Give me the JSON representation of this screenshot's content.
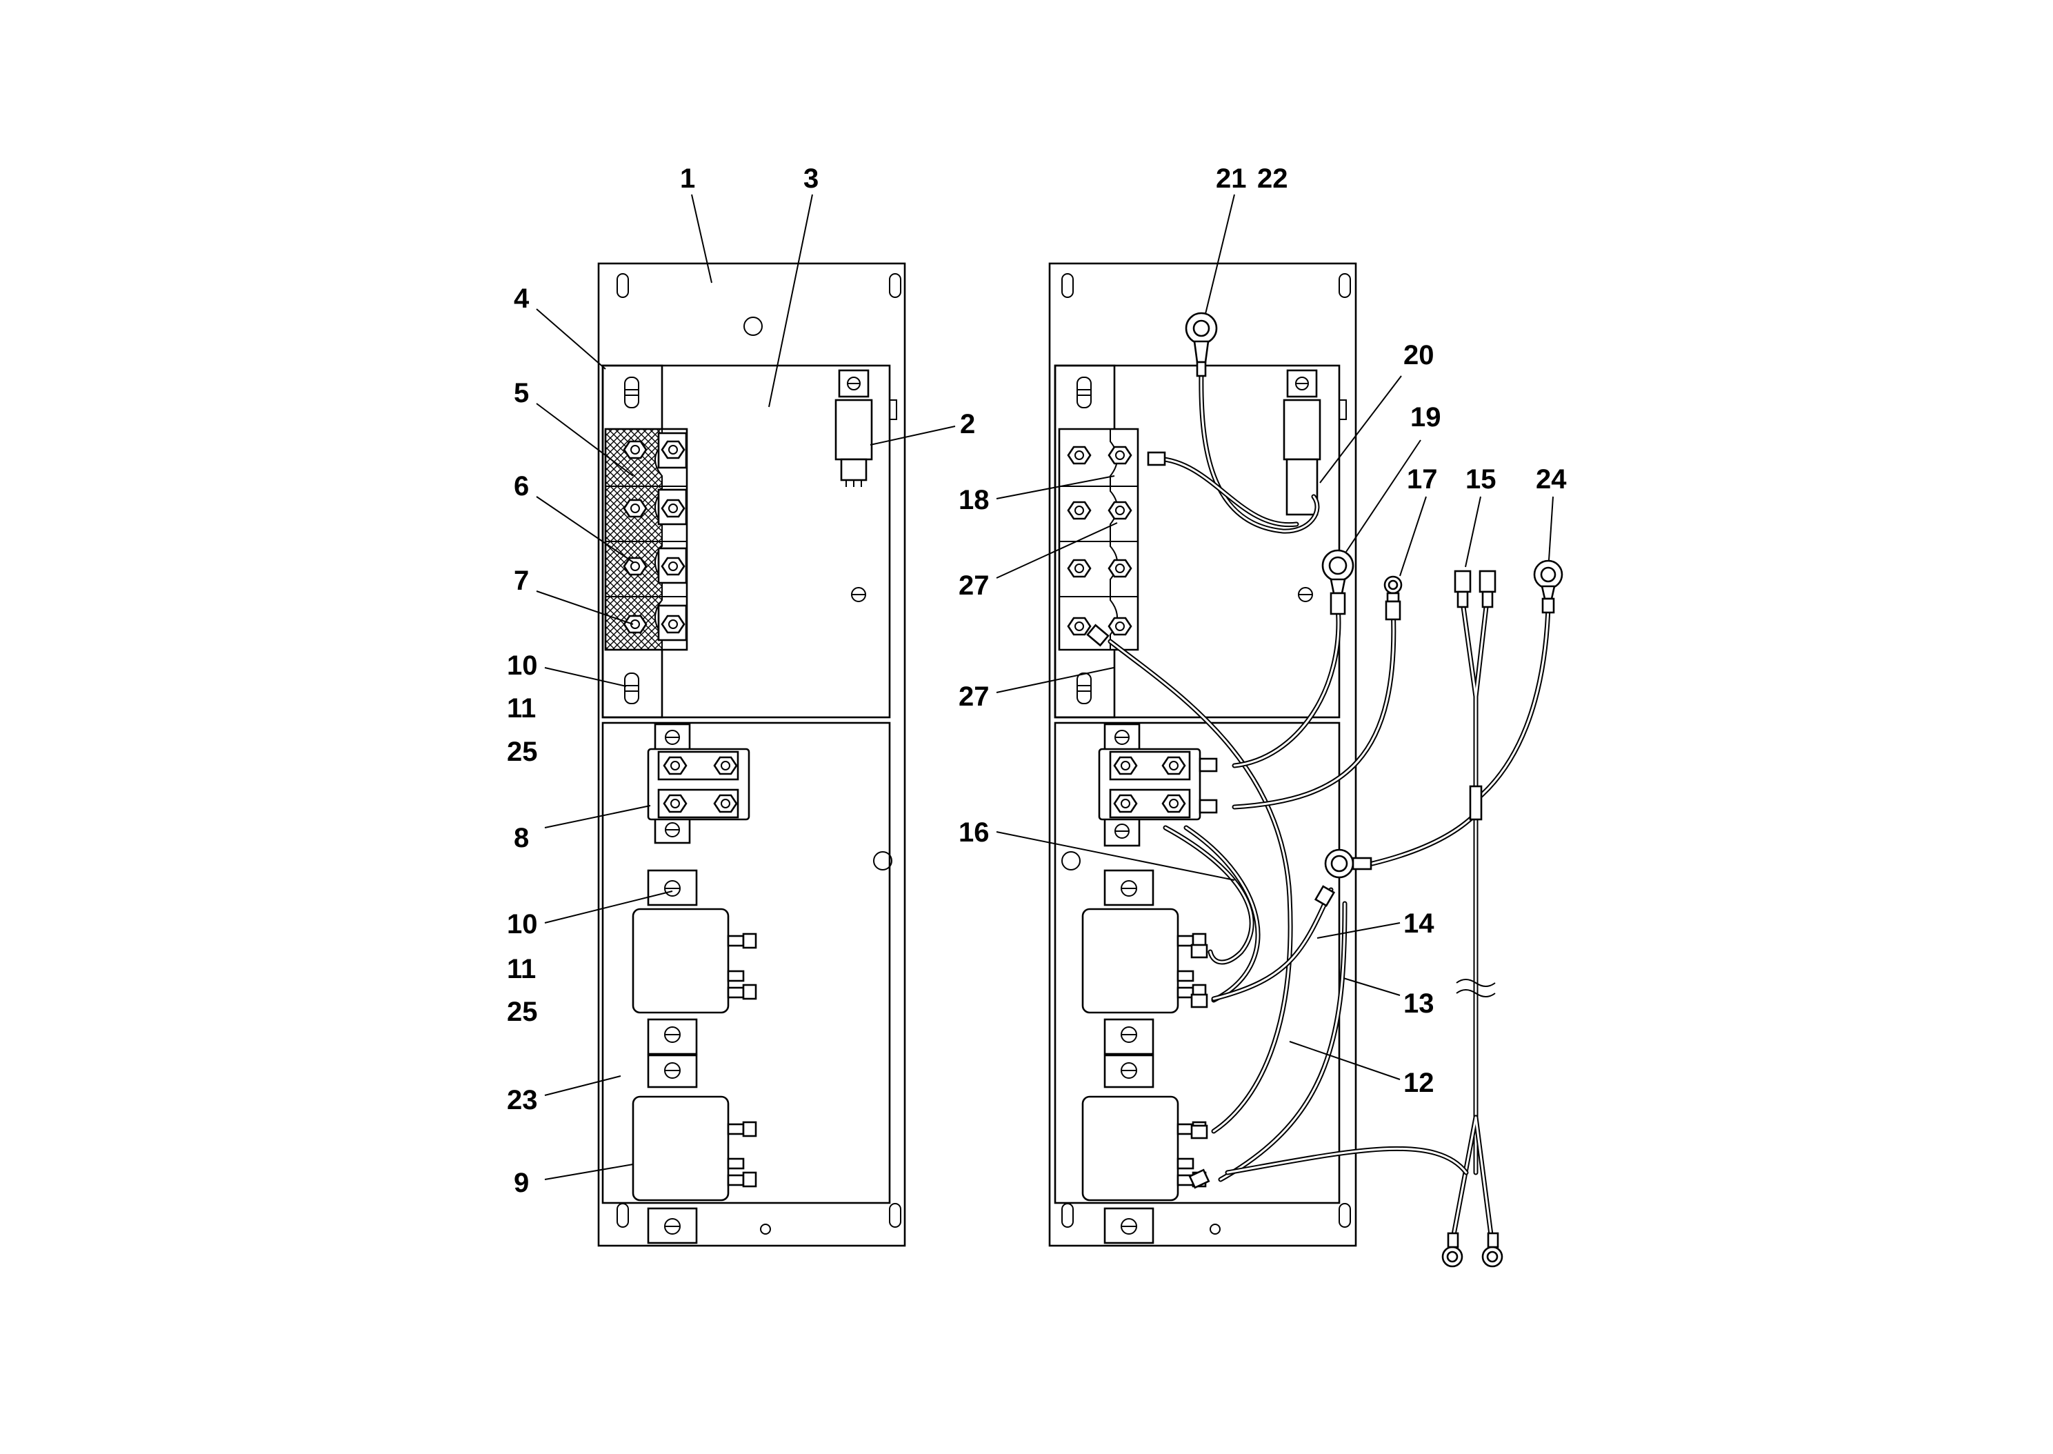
{
  "callouts": {
    "c1": "1",
    "c2": "2",
    "c3": "3",
    "c4": "4",
    "c5": "5",
    "c6": "6",
    "c7": "7",
    "c8": "8",
    "c9": "9",
    "c10a": "10",
    "c11a": "11",
    "c25a": "25",
    "c10b": "10",
    "c11b": "11",
    "c25b": "25",
    "c23": "23",
    "c21": "21",
    "c22": "22",
    "c20": "20",
    "c19": "19",
    "c17": "17",
    "c15": "15",
    "c24": "24",
    "c18": "18",
    "c27a": "27",
    "c27b": "27",
    "c16": "16",
    "c14": "14",
    "c13": "13",
    "c12": "12"
  }
}
